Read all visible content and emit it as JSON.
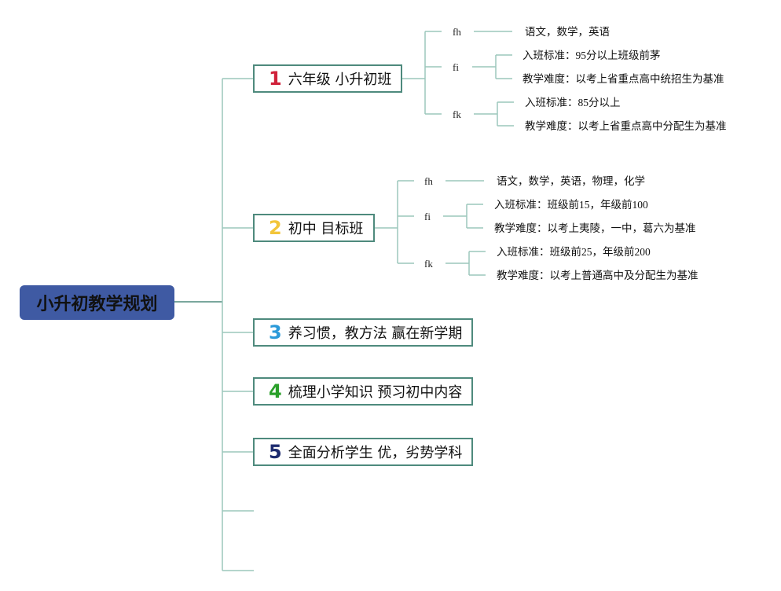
{
  "colors": {
    "line": "#4e8a7d",
    "root_bg": "#3f5aa3",
    "num1": "#d0213a",
    "num2": "#f2c53a",
    "num3": "#2b9ad9",
    "num4": "#2aa02a",
    "num5": "#1d2b6f"
  },
  "root": {
    "label": "小升初教学规划"
  },
  "topics": [
    {
      "num": "1",
      "label": "六年级 小升初班"
    },
    {
      "num": "2",
      "label": "初中 目标班"
    },
    {
      "num": "3",
      "label": "养习惯，教方法 赢在新学期"
    },
    {
      "num": "4",
      "label": "梳理小学知识 预习初中内容"
    },
    {
      "num": "5",
      "label": "全面分析学生 优，劣势学科"
    }
  ],
  "branch1": {
    "fh": {
      "label": "fh",
      "leaf": "语文，数学，英语"
    },
    "fi": {
      "label": "fi",
      "leaves": [
        "入班标准：95分以上班级前茅",
        "教学难度：以考上省重点高中统招生为基准"
      ]
    },
    "fk": {
      "label": "fk",
      "leaves": [
        "入班标准：85分以上",
        "教学难度：以考上省重点高中分配生为基准"
      ]
    }
  },
  "branch2": {
    "fh": {
      "label": "fh",
      "leaf": "语文，数学，英语，物理，化学"
    },
    "fi": {
      "label": "fi",
      "leaves": [
        "入班标准：班级前15，年级前100",
        "教学难度：以考上夷陵，一中，葛六为基准"
      ]
    },
    "fk": {
      "label": "fk",
      "leaves": [
        "入班标准：班级前25，年级前200",
        "教学难度：以考上普通高中及分配生为基准"
      ]
    }
  }
}
